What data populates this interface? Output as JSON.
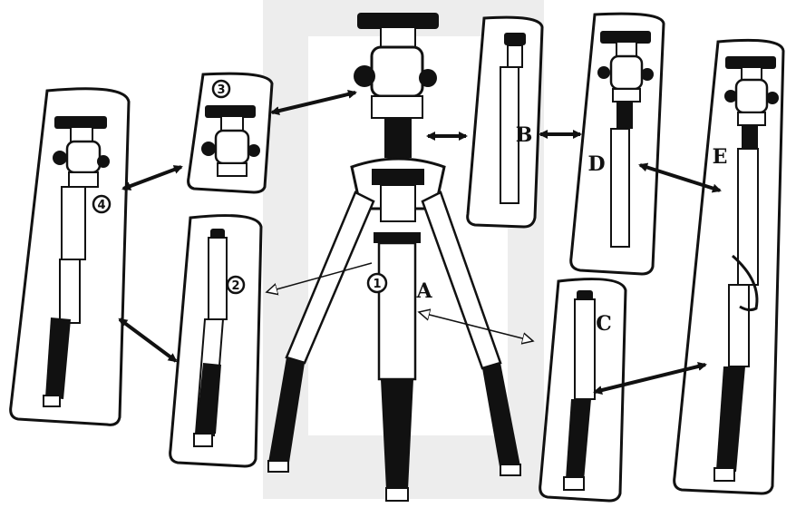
{
  "labels": {
    "A": "A",
    "B": "B",
    "C": "C",
    "D": "D",
    "E": "E",
    "n1": "1",
    "n2": "2",
    "n3": "3",
    "n4": "4"
  },
  "colors": {
    "ink": "#111111",
    "paper": "#ffffff",
    "watermark": "#ededed"
  }
}
